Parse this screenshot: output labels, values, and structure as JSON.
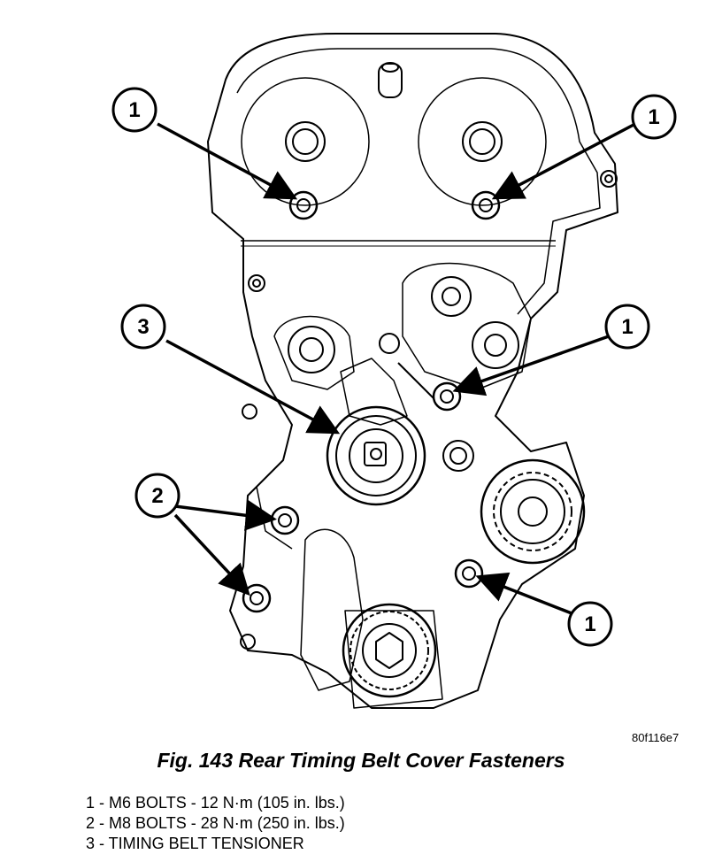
{
  "figure": {
    "reference_code": "80f116e7",
    "caption": "Fig. 143 Rear Timing Belt Cover Fasteners",
    "callouts": [
      "1",
      "1",
      "3",
      "1",
      "2",
      "1"
    ],
    "legend": [
      "1 - M6 BOLTS - 12 N·m (105 in. lbs.)",
      "2 - M8 BOLTS - 28 N·m (250 in. lbs.)",
      "3 - TIMING BELT TENSIONER"
    ]
  }
}
